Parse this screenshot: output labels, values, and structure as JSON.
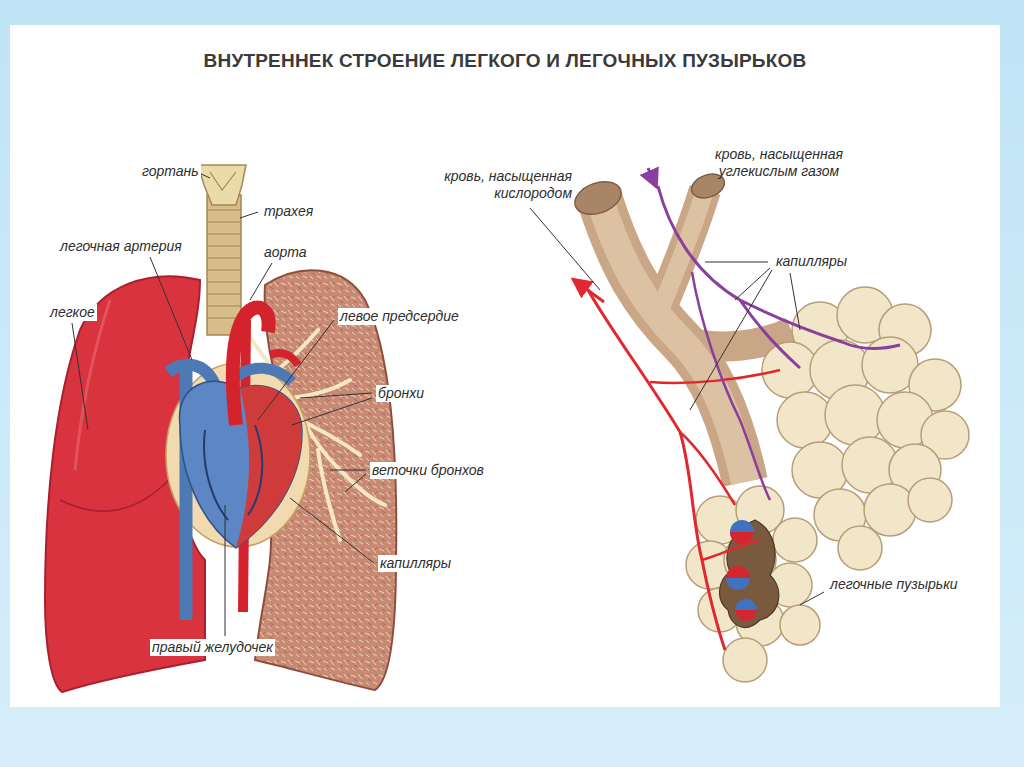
{
  "diagram": {
    "title": "ВНУТРЕННЕК СТРОЕНИЕ ЛЕГКОГО И ЛЕГОЧНЫХ ПУЗЫРЬКОВ",
    "labels": [
      "гортань",
      "трахея",
      "легочная артерия",
      "аорта",
      "легкое",
      "левое предсердие",
      "бронхи",
      "веточки бронхов",
      "капилляры",
      "правый желудочек",
      "кровь, насыщенная кислородом",
      "кровь, насыщенная углекислым газом",
      "капилляры",
      "легочные пузырьки"
    ]
  }
}
